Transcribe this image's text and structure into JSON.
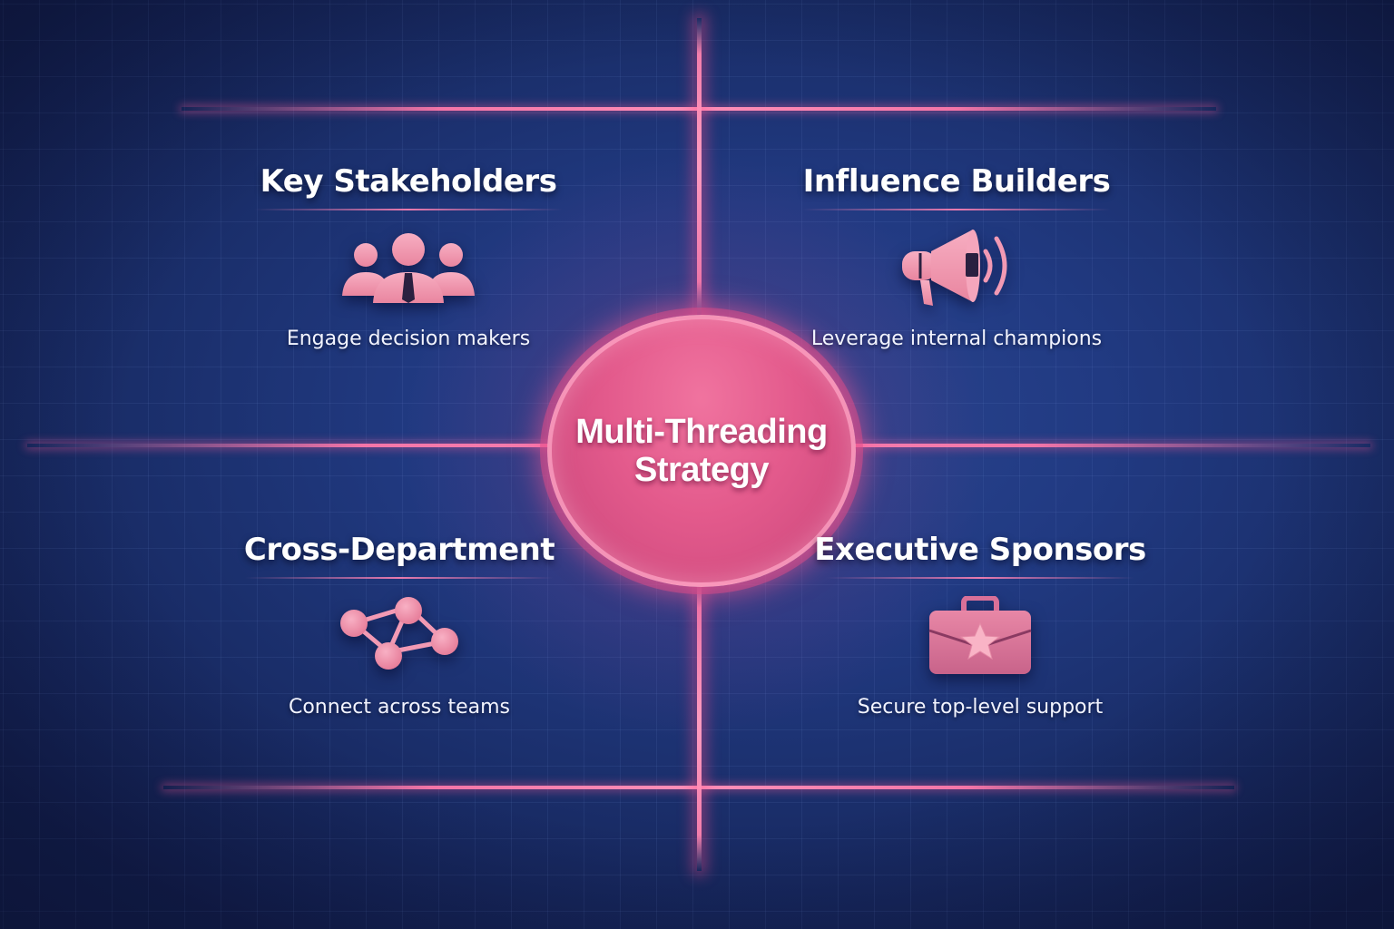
{
  "center": {
    "title_line1": "Multi-Threading",
    "title_line2": "Strategy"
  },
  "quadrants": [
    {
      "id": "top-left",
      "title": "Key Stakeholders",
      "description": "Engage decision makers",
      "icon": "people-group-icon"
    },
    {
      "id": "top-right",
      "title": "Influence Builders",
      "description": "Leverage internal champions",
      "icon": "megaphone-icon"
    },
    {
      "id": "bottom-left",
      "title": "Cross-Department",
      "description": "Connect across teams",
      "icon": "network-nodes-icon"
    },
    {
      "id": "bottom-right",
      "title": "Executive Sponsors",
      "description": "Secure top-level support",
      "icon": "briefcase-star-icon"
    }
  ],
  "colors": {
    "background": "#1e3478",
    "accent_pink": "#ec6a98",
    "icon_pink": "#f29ab4",
    "text": "#ffffff"
  }
}
